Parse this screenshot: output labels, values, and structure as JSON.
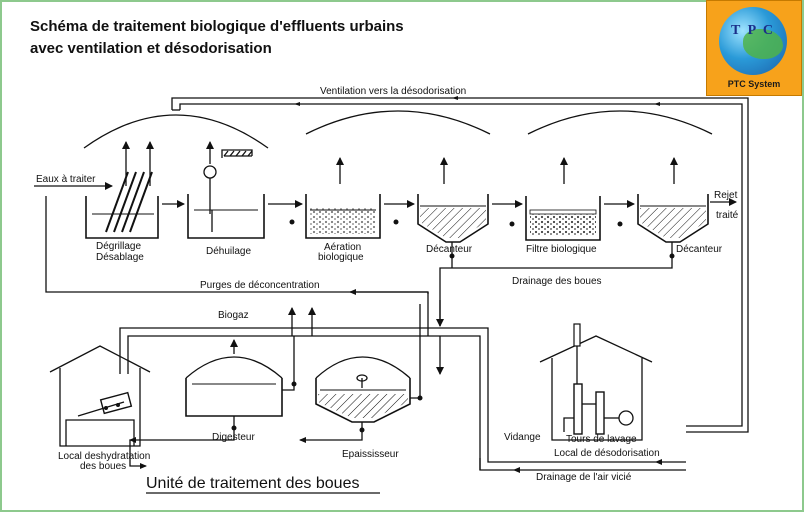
{
  "title": {
    "line1": "Schéma de traitement biologique d'effluents urbains",
    "line2": "avec ventilation et désodorisation"
  },
  "logo": {
    "letters": "T P C",
    "caption": "PTC System",
    "colors": {
      "background": "#f7a21b",
      "globe": "#2a9ad8",
      "land": "#4fb34a"
    }
  },
  "labels": {
    "ventilation": "Ventilation vers la désodorisation",
    "eaux": "Eaux à traiter",
    "rejet1": "Rejet",
    "rejet2": "traité",
    "degrillage1": "Dégrillage",
    "degrillage2": "Désablage",
    "deshuilage": "Déhuilage",
    "aeration1": "Aération",
    "aeration2": "biologique",
    "decanteur1": "Décanteur",
    "filtre": "Filtre biologique",
    "decanteur2": "Décanteur",
    "drainage_boues": "Drainage des boues",
    "purges": "Purges de déconcentration",
    "biogaz": "Biogaz",
    "local_deshyd1": "Local deshydratation",
    "local_deshyd2": "des boues",
    "digesteur": "Digesteur",
    "epaississeur": "Epaississeur",
    "unite": "Unité de traitement des boues",
    "vidange": "Vidange",
    "tours": "Tours de lavage",
    "local_desodo": "Local de désodorisation",
    "drainage_air": "Drainage de l'air vicié"
  }
}
